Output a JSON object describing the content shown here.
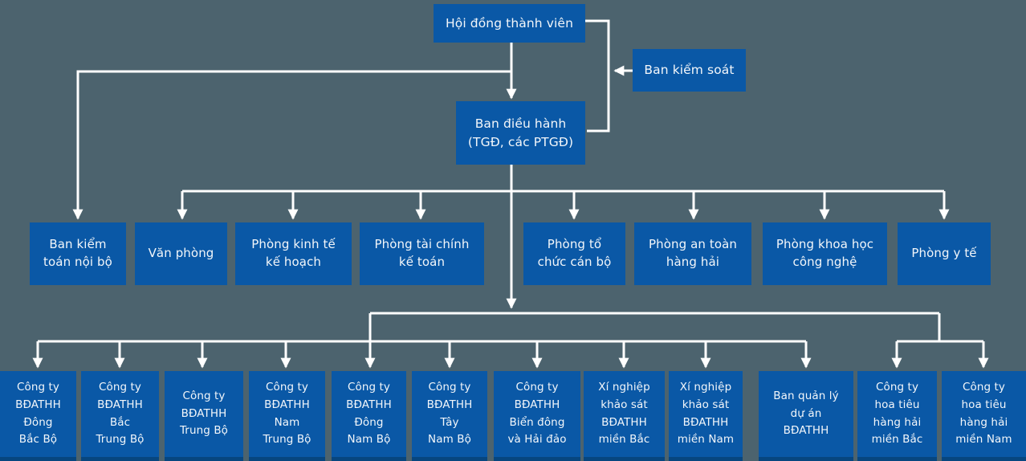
{
  "colors": {
    "background": "#4c636e",
    "box_blue": "#0a58a6",
    "unit_box_bottom_edge": "#07467f",
    "connector_white": "#ffffff",
    "text": "#f2f6fa"
  },
  "org": {
    "board": {
      "label": "Hội đồng thành viên"
    },
    "supervisory": {
      "label": "Ban kiểm soát"
    },
    "executive": {
      "label_lines": [
        "Ban điều hành",
        "(TGĐ, các PTGĐ)"
      ]
    },
    "departments": [
      {
        "label_lines": [
          "Ban kiểm",
          "toán nội bộ"
        ]
      },
      {
        "label_lines": [
          "Văn phòng"
        ]
      },
      {
        "label_lines": [
          "Phòng kinh tế",
          "kế hoạch"
        ]
      },
      {
        "label_lines": [
          "Phòng tài chính",
          "kế toán"
        ]
      },
      {
        "label_lines": [
          "Phòng tổ",
          "chức cán bộ"
        ]
      },
      {
        "label_lines": [
          "Phòng an toàn",
          "hàng hải"
        ]
      },
      {
        "label_lines": [
          "Phòng khoa học",
          "công nghệ"
        ]
      },
      {
        "label_lines": [
          "Phòng y tế"
        ]
      }
    ],
    "units": [
      {
        "label_lines": [
          "Công ty",
          "BĐATHH",
          "Đông",
          "Bắc Bộ"
        ]
      },
      {
        "label_lines": [
          "Công ty",
          "BĐATHH",
          "Bắc",
          "Trung Bộ"
        ]
      },
      {
        "label_lines": [
          "Công ty",
          "BĐATHH",
          "Trung Bộ"
        ]
      },
      {
        "label_lines": [
          "Công ty",
          "BĐATHH",
          "Nam",
          "Trung Bộ"
        ]
      },
      {
        "label_lines": [
          "Công ty",
          "BĐATHH",
          "Đông",
          "Nam Bộ"
        ]
      },
      {
        "label_lines": [
          "Công ty",
          "BĐATHH",
          "Tây",
          "Nam Bộ"
        ]
      },
      {
        "label_lines": [
          "Công ty",
          "BĐATHH",
          "Biển đông",
          "và Hải đảo"
        ]
      },
      {
        "label_lines": [
          "Xí nghiệp",
          "khảo sát",
          "BĐATHH",
          "miền Bắc"
        ]
      },
      {
        "label_lines": [
          "Xí nghiệp",
          "khảo sát",
          "BĐATHH",
          "miền Nam"
        ]
      },
      {
        "label_lines": [
          "Ban quản lý",
          "dự án",
          "BĐATHH"
        ]
      },
      {
        "label_lines": [
          "Công ty",
          "hoa tiêu",
          "hàng hải",
          "miền Bắc"
        ]
      },
      {
        "label_lines": [
          "Công ty",
          "hoa tiêu",
          "hàng hải",
          "miền Nam"
        ]
      }
    ]
  }
}
